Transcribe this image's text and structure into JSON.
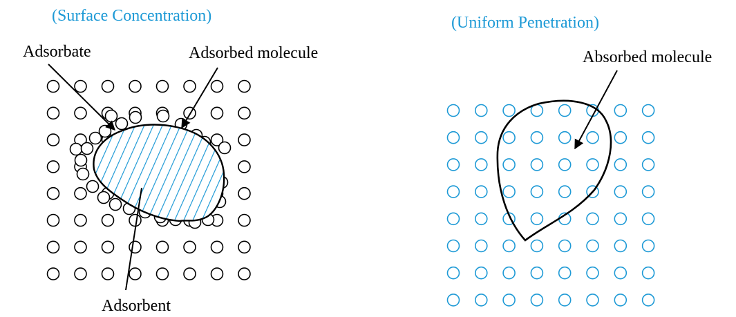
{
  "colors": {
    "accent": "#1e9ad6",
    "ink": "#000000",
    "background": "#ffffff"
  },
  "left_panel": {
    "title": "(Surface Concentration)",
    "labels": {
      "adsorbate": "Adsorbate",
      "adsorbed_molecule": "Adsorbed molecule",
      "adsorbent": "Adsorbent"
    }
  },
  "right_panel": {
    "title": "(Uniform Penetration)",
    "labels": {
      "absorbed_molecule": "Absorbed molecule"
    }
  }
}
